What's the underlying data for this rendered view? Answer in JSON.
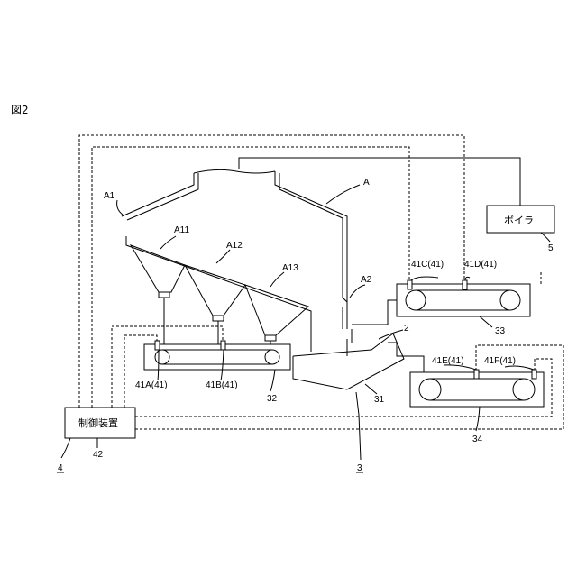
{
  "figure_title": "図2",
  "labels": {
    "A": "A",
    "A1": "A1",
    "A2": "A2",
    "A11": "A11",
    "A12": "A12",
    "A13": "A13",
    "boiler": "ボイラ",
    "n5": "5",
    "s41A": "41A(41)",
    "s41B": "41B(41)",
    "s41C": "41C(41)",
    "s41D": "41D(41)",
    "s41E": "41E(41)",
    "s41F": "41F(41)",
    "n2": "2",
    "n3": "3",
    "n4": "4",
    "n31": "31",
    "n32": "32",
    "n33": "33",
    "n34": "34",
    "n42": "42",
    "controller": "制御装置"
  }
}
